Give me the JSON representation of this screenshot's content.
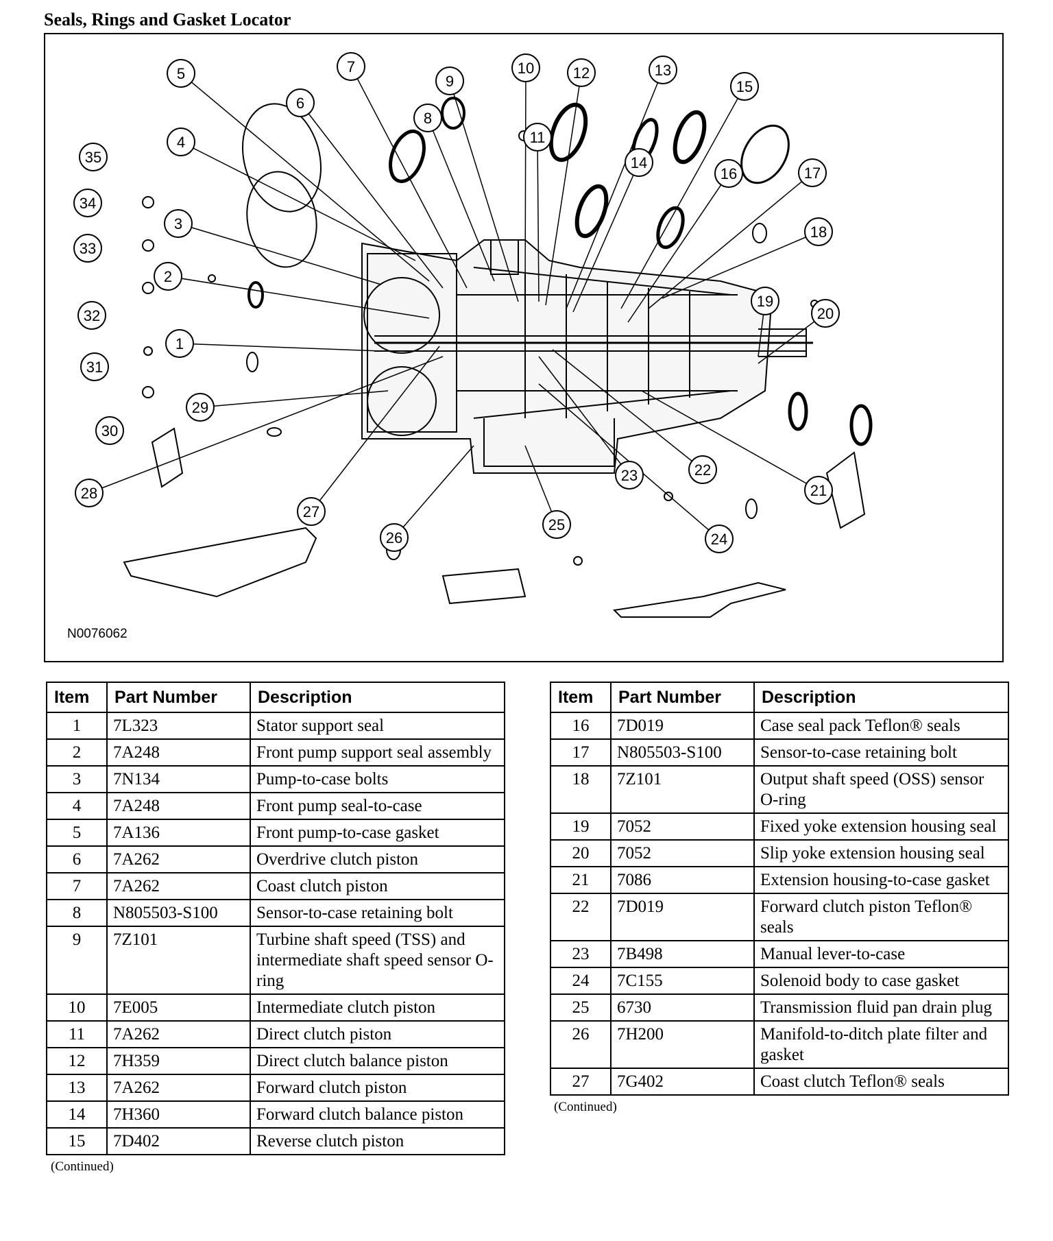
{
  "page": {
    "title": "Seals, Rings and Gasket Locator",
    "figure_id": "N0076062",
    "continued_left": "(Continued)",
    "continued_right": "(Continued)"
  },
  "callouts": [
    "1",
    "2",
    "3",
    "4",
    "5",
    "6",
    "7",
    "8",
    "9",
    "10",
    "11",
    "12",
    "13",
    "14",
    "15",
    "16",
    "17",
    "18",
    "19",
    "20",
    "21",
    "22",
    "23",
    "24",
    "25",
    "26",
    "27",
    "28",
    "29",
    "30",
    "31",
    "32",
    "33",
    "34",
    "35"
  ],
  "table_headers": {
    "item": "Item",
    "part_number": "Part Number",
    "description": "Description"
  },
  "left_table": [
    {
      "item": "1",
      "part": "7L323",
      "desc": "Stator support seal"
    },
    {
      "item": "2",
      "part": "7A248",
      "desc": "Front pump support seal assembly"
    },
    {
      "item": "3",
      "part": "7N134",
      "desc": "Pump-to-case bolts"
    },
    {
      "item": "4",
      "part": "7A248",
      "desc": "Front pump seal-to-case"
    },
    {
      "item": "5",
      "part": "7A136",
      "desc": "Front pump-to-case gasket"
    },
    {
      "item": "6",
      "part": "7A262",
      "desc": "Overdrive clutch piston"
    },
    {
      "item": "7",
      "part": "7A262",
      "desc": "Coast clutch piston"
    },
    {
      "item": "8",
      "part": "N805503-S100",
      "desc": "Sensor-to-case retaining bolt"
    },
    {
      "item": "9",
      "part": "7Z101",
      "desc": "Turbine shaft speed (TSS) and intermediate shaft speed sensor O-ring"
    },
    {
      "item": "10",
      "part": "7E005",
      "desc": "Intermediate clutch piston"
    },
    {
      "item": "11",
      "part": "7A262",
      "desc": "Direct clutch piston"
    },
    {
      "item": "12",
      "part": "7H359",
      "desc": "Direct clutch balance piston"
    },
    {
      "item": "13",
      "part": "7A262",
      "desc": "Forward clutch piston"
    },
    {
      "item": "14",
      "part": "7H360",
      "desc": "Forward clutch balance piston"
    },
    {
      "item": "15",
      "part": "7D402",
      "desc": "Reverse clutch piston"
    }
  ],
  "right_table": [
    {
      "item": "16",
      "part": "7D019",
      "desc": "Case seal pack Teflon® seals"
    },
    {
      "item": "17",
      "part": "N805503-S100",
      "desc": "Sensor-to-case retaining bolt"
    },
    {
      "item": "18",
      "part": "7Z101",
      "desc": "Output shaft speed (OSS) sensor O-ring"
    },
    {
      "item": "19",
      "part": "7052",
      "desc": "Fixed yoke extension housing seal"
    },
    {
      "item": "20",
      "part": "7052",
      "desc": "Slip yoke extension housing seal"
    },
    {
      "item": "21",
      "part": "7086",
      "desc": "Extension housing-to-case gasket"
    },
    {
      "item": "22",
      "part": "7D019",
      "desc": "Forward clutch piston Teflon® seals"
    },
    {
      "item": "23",
      "part": "7B498",
      "desc": "Manual lever-to-case"
    },
    {
      "item": "24",
      "part": "7C155",
      "desc": "Solenoid body to case gasket"
    },
    {
      "item": "25",
      "part": "6730",
      "desc": "Transmission fluid pan drain plug"
    },
    {
      "item": "26",
      "part": "7H200",
      "desc": "Manifold-to-ditch plate filter and gasket"
    },
    {
      "item": "27",
      "part": "7G402",
      "desc": "Coast clutch Teflon® seals"
    }
  ]
}
